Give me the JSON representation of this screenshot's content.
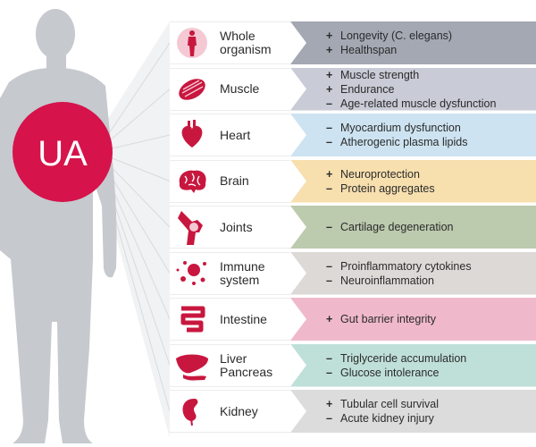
{
  "center_label": "UA",
  "colors": {
    "body": "#c6c9ce",
    "ua_circle": "#d6134b",
    "icon_red": "#c8173f",
    "rays": "#d9dadc"
  },
  "rows": [
    {
      "label": "Whole\norganism",
      "icon": "whole-organism-icon",
      "color": "#a3a8b3",
      "effects": [
        {
          "sign": "+",
          "text": "Longevity (C. elegans)"
        },
        {
          "sign": "+",
          "text": "Healthspan"
        }
      ]
    },
    {
      "label": "Muscle",
      "icon": "muscle-icon",
      "color": "#c9cbd6",
      "effects": [
        {
          "sign": "+",
          "text": "Muscle strength"
        },
        {
          "sign": "+",
          "text": "Endurance"
        },
        {
          "sign": "–",
          "text": "Age-related muscle dysfunction"
        }
      ]
    },
    {
      "label": "Heart",
      "icon": "heart-icon",
      "color": "#cde3f1",
      "effects": [
        {
          "sign": "–",
          "text": "Myocardium dysfunction"
        },
        {
          "sign": "–",
          "text": "Atherogenic plasma lipids"
        }
      ]
    },
    {
      "label": "Brain",
      "icon": "brain-icon",
      "color": "#f7dfae",
      "effects": [
        {
          "sign": "+",
          "text": "Neuroprotection"
        },
        {
          "sign": "–",
          "text": "Protein aggregates"
        }
      ]
    },
    {
      "label": "Joints",
      "icon": "joints-icon",
      "color": "#bccaae",
      "effects": [
        {
          "sign": "–",
          "text": "Cartilage degeneration"
        }
      ]
    },
    {
      "label": "Immune\nsystem",
      "icon": "immune-system-icon",
      "color": "#ddd9d7",
      "effects": [
        {
          "sign": "–",
          "text": "Proinflammatory cytokines"
        },
        {
          "sign": "–",
          "text": "Neuroinflammation"
        }
      ]
    },
    {
      "label": "Intestine",
      "icon": "intestine-icon",
      "color": "#f0b9cb",
      "effects": [
        {
          "sign": "+",
          "text": "Gut barrier integrity"
        }
      ]
    },
    {
      "label": "Liver\nPancreas",
      "icon": "liver-pancreas-icon",
      "color": "#bfe0d8",
      "effects": [
        {
          "sign": "–",
          "text": "Triglyceride accumulation"
        },
        {
          "sign": "–",
          "text": "Glucose intolerance"
        }
      ]
    },
    {
      "label": "Kidney",
      "icon": "kidney-icon",
      "color": "#dcdcdc",
      "effects": [
        {
          "sign": "+",
          "text": "Tubular cell survival"
        },
        {
          "sign": "–",
          "text": "Acute kidney injury"
        }
      ]
    }
  ]
}
